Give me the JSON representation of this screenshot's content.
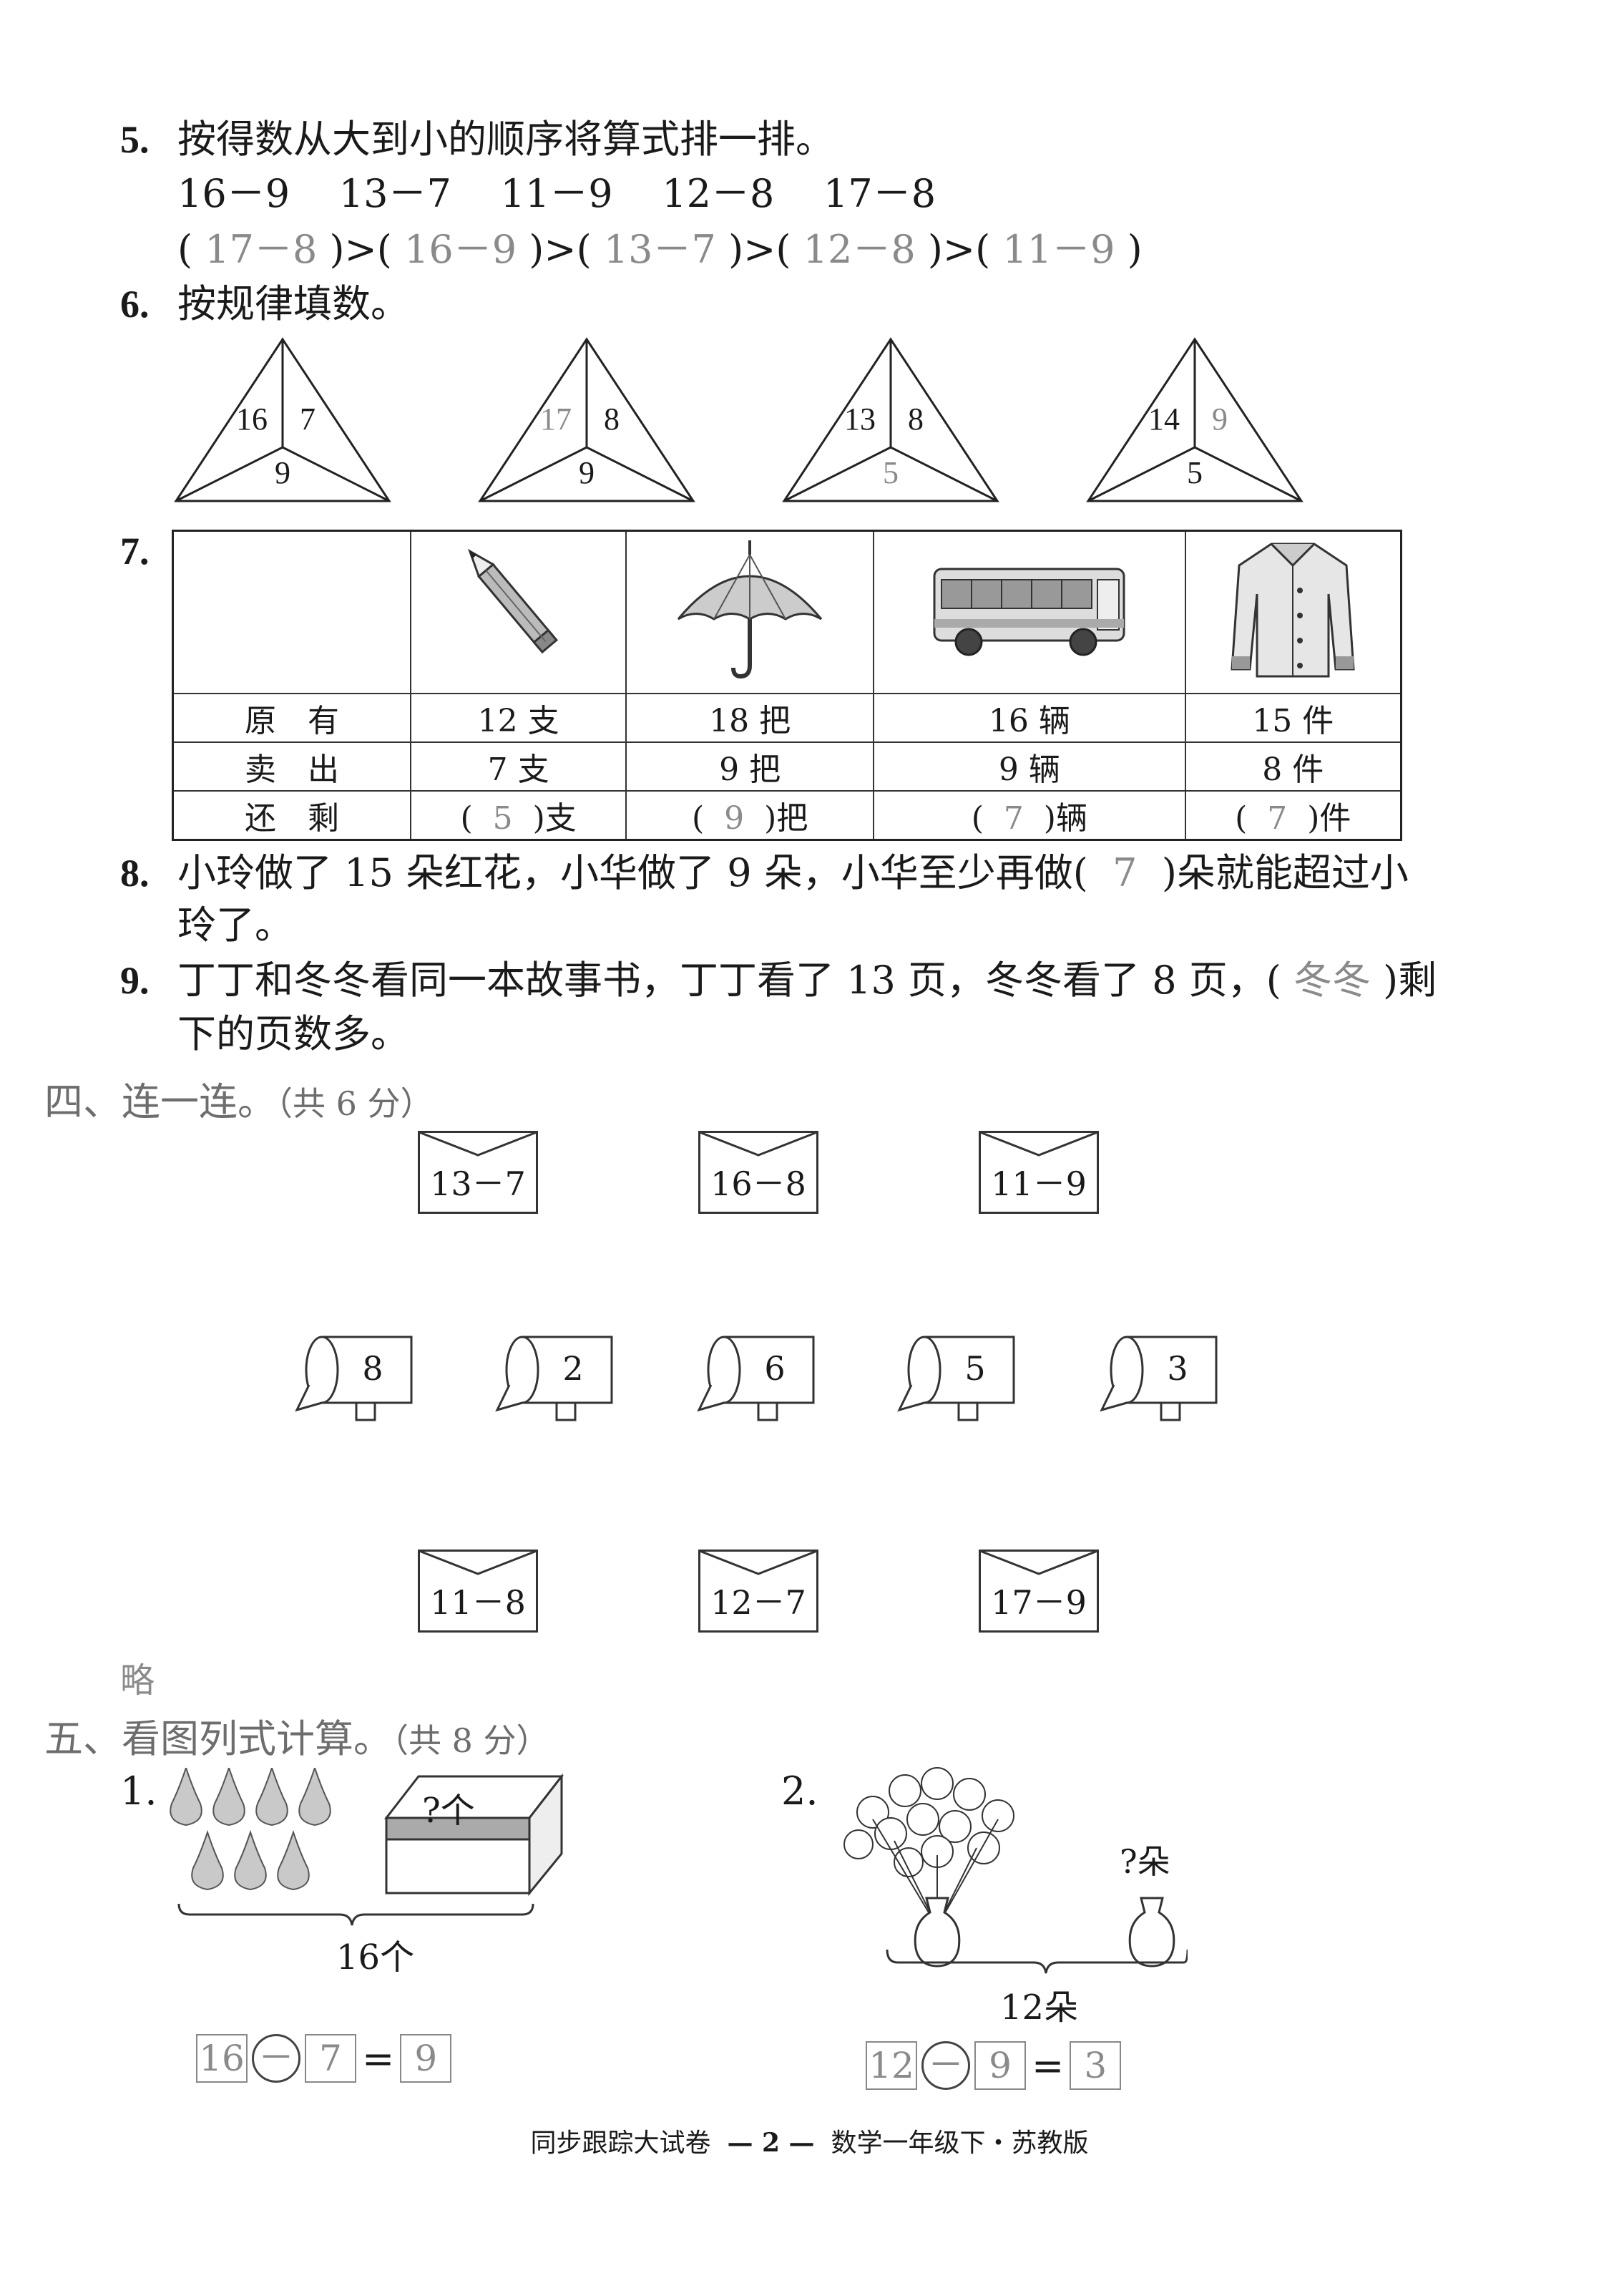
{
  "q5": {
    "num": "5.",
    "text": "按得数从大到小的顺序将算式排一排。",
    "exprs": [
      "16－9",
      "13－7",
      "11－9",
      "12－8",
      "17－8"
    ],
    "answers": [
      "17－8",
      "16－9",
      "13－7",
      "12－8",
      "11－9"
    ]
  },
  "q6": {
    "num": "6.",
    "text": "按规律填数。",
    "triangles": [
      {
        "left": "16",
        "right": "7",
        "bottom": "9",
        "answer": ""
      },
      {
        "left": "17",
        "right": "8",
        "bottom": "9",
        "answer": "left"
      },
      {
        "left": "13",
        "right": "8",
        "bottom": "5",
        "answer": "bottom"
      },
      {
        "left": "14",
        "right": "9",
        "bottom": "5",
        "answer": "right"
      }
    ]
  },
  "q7": {
    "num": "7.",
    "row_labels": [
      "原　有",
      "卖　出",
      "还　剩"
    ],
    "items": [
      "pencil-icon",
      "umbrella-icon",
      "bus-icon",
      "coat-icon"
    ],
    "have": [
      "12 支",
      "18 把",
      "16 辆",
      "15 件"
    ],
    "sold": [
      "7 支",
      "9 把",
      "9 辆",
      "8 件"
    ],
    "left": [
      {
        "ans": "5",
        "unit": "支"
      },
      {
        "ans": "9",
        "unit": "把"
      },
      {
        "ans": "7",
        "unit": "辆"
      },
      {
        "ans": "7",
        "unit": "件"
      }
    ]
  },
  "q8": {
    "num": "8.",
    "text_a": "小玲做了 15 朵红花，小华做了 9 朵，小华至少再做(",
    "answer": "7",
    "text_b": ")朵就能超过小",
    "text_c": "玲了。"
  },
  "q9": {
    "num": "9.",
    "text_a": "丁丁和冬冬看同一本故事书，丁丁看了 13 页，冬冬看了 8 页，(",
    "answer": "冬冬",
    "text_b": ")剩",
    "text_c": "下的页数多。"
  },
  "sec4": {
    "title": "四、连一连。",
    "score": "（共 6 分）"
  },
  "envelopes_top": [
    "13－7",
    "16－8",
    "11－9"
  ],
  "mailboxes": [
    "8",
    "2",
    "6",
    "5",
    "3"
  ],
  "envelopes_bottom": [
    "11－8",
    "12－7",
    "17－9"
  ],
  "sec4_answer": "略",
  "sec5": {
    "title": "五、看图列式计算。",
    "score": "（共 8 分）"
  },
  "p1": {
    "num": "1.",
    "box_label": "?个",
    "total": "16个",
    "eq": [
      "16",
      "－",
      "7",
      "=",
      "9"
    ]
  },
  "p2": {
    "num": "2.",
    "vase_label": "?朵",
    "total": "12朵",
    "eq": [
      "12",
      "－",
      "9",
      "=",
      "3"
    ]
  },
  "footer": {
    "left": "同步跟踪大试卷",
    "page": "— 2 —",
    "right": "数学一年级下・苏教版"
  }
}
